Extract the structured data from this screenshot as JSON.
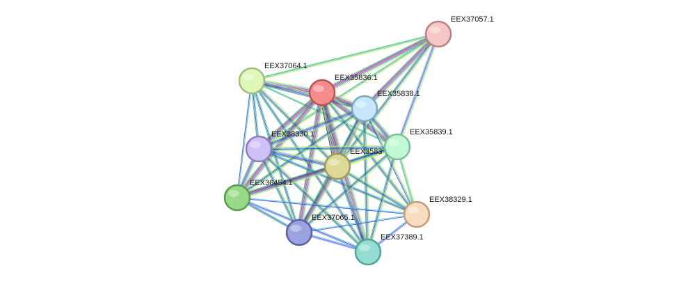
{
  "network": {
    "nodes": [
      {
        "id": "n57",
        "label": "EEX37057.1",
        "color": "#f7c7c7",
        "stroke": "#b88080"
      },
      {
        "id": "n64",
        "label": "EEX37064.1",
        "color": "#ddf7b8",
        "stroke": "#a2bd7a"
      },
      {
        "id": "n836",
        "label": "EEX35836.1",
        "color": "#f58c8c",
        "stroke": "#b85454"
      },
      {
        "id": "n838",
        "label": "EEX35838.1",
        "color": "#c6e6fb",
        "stroke": "#7ea6c2"
      },
      {
        "id": "n330",
        "label": "EEX38330.1",
        "color": "#cfc0f7",
        "stroke": "#8e7dbd"
      },
      {
        "id": "n839",
        "label": "EEX35839.1",
        "color": "#c2f7d6",
        "stroke": "#7abf96"
      },
      {
        "id": "n583",
        "label": "EEX3583",
        "color": "#dcd896",
        "stroke": "#9e9a58"
      },
      {
        "id": "n454",
        "label": "EEX36454.1",
        "color": "#9bd98a",
        "stroke": "#5a9a4a"
      },
      {
        "id": "n329",
        "label": "EEX38329.1",
        "color": "#f9dcbf",
        "stroke": "#c29c7a"
      },
      {
        "id": "n065",
        "label": "EEX37065.1",
        "color": "#9aa2e0",
        "stroke": "#5860a8"
      },
      {
        "id": "n389",
        "label": "EEX37389.1",
        "color": "#93ddd2",
        "stroke": "#52a196"
      }
    ],
    "edges": [
      {
        "from": "n57",
        "to": "n836",
        "colors": [
          "#d4e84a",
          "#3ac4e0",
          "#7a48d8",
          "#e8333a",
          "#3b3bd4",
          "#3cba4a"
        ]
      },
      {
        "from": "n57",
        "to": "n838",
        "colors": [
          "#d4e84a",
          "#3ac4e0",
          "#7a48d8",
          "#e8333a",
          "#3b3bd4",
          "#3cba4a"
        ]
      },
      {
        "from": "n57",
        "to": "n64",
        "colors": [
          "#d4e84a",
          "#3ac4e0",
          "#3cba4a"
        ]
      },
      {
        "from": "n57",
        "to": "n839",
        "colors": [
          "#d4e84a",
          "#3ac4e0",
          "#3b3bd4",
          "#9ea0e8"
        ]
      },
      {
        "from": "n57",
        "to": "n583",
        "colors": [
          "#d4e84a",
          "#3ac4e0",
          "#3b3bd4",
          "#3cba4a"
        ]
      },
      {
        "from": "n57",
        "to": "n330",
        "colors": [
          "#d4e84a",
          "#3ac4e0",
          "#3cba4a"
        ]
      },
      {
        "from": "n64",
        "to": "n836",
        "colors": [
          "#d4e84a",
          "#3ac4e0",
          "#7a48d8",
          "#e8333a",
          "#3b3bd4",
          "#3cba4a"
        ]
      },
      {
        "from": "n64",
        "to": "n838",
        "colors": [
          "#d4e84a",
          "#3ac4e0",
          "#7a48d8",
          "#3b3bd4",
          "#3cba4a"
        ]
      },
      {
        "from": "n64",
        "to": "n330",
        "colors": [
          "#3ac4e0",
          "#3b3bd4",
          "#3cba4a"
        ]
      },
      {
        "from": "n64",
        "to": "n583",
        "colors": [
          "#d4e84a",
          "#3ac4e0",
          "#3b3bd4",
          "#3cba4a"
        ]
      },
      {
        "from": "n64",
        "to": "n454",
        "colors": [
          "#3ac4e0",
          "#3b3bd4"
        ]
      },
      {
        "from": "n64",
        "to": "n065",
        "colors": [
          "#3ac4e0",
          "#3b3bd4",
          "#3cba4a"
        ]
      },
      {
        "from": "n64",
        "to": "n389",
        "colors": [
          "#3ac4e0",
          "#3b3bd4",
          "#3cba4a"
        ]
      },
      {
        "from": "n64",
        "to": "n839",
        "colors": [
          "#3ac4e0",
          "#3cba4a"
        ]
      },
      {
        "from": "n836",
        "to": "n838",
        "colors": [
          "#d4e84a",
          "#3ac4e0",
          "#7a48d8",
          "#e8333a",
          "#3b3bd4",
          "#3cba4a"
        ]
      },
      {
        "from": "n836",
        "to": "n330",
        "colors": [
          "#d4e84a",
          "#3ac4e0",
          "#7a48d8",
          "#e8333a",
          "#3b3bd4",
          "#3cba4a"
        ]
      },
      {
        "from": "n836",
        "to": "n583",
        "colors": [
          "#d4e84a",
          "#3ac4e0",
          "#7a48d8",
          "#e8333a",
          "#3b3bd4",
          "#3cba4a",
          "#222222"
        ]
      },
      {
        "from": "n836",
        "to": "n839",
        "colors": [
          "#d4e84a",
          "#3ac4e0",
          "#7a48d8",
          "#e8333a",
          "#3b3bd4",
          "#3cba4a"
        ]
      },
      {
        "from": "n836",
        "to": "n454",
        "colors": [
          "#d4e84a",
          "#3ac4e0",
          "#7a48d8",
          "#e8333a",
          "#3b3bd4",
          "#3cba4a"
        ]
      },
      {
        "from": "n836",
        "to": "n065",
        "colors": [
          "#d4e84a",
          "#3ac4e0",
          "#7a48d8",
          "#e8333a",
          "#3b3bd4",
          "#3cba4a"
        ]
      },
      {
        "from": "n836",
        "to": "n389",
        "colors": [
          "#d4e84a",
          "#3ac4e0",
          "#7a48d8",
          "#e8333a",
          "#3b3bd4",
          "#3cba4a"
        ]
      },
      {
        "from": "n836",
        "to": "n329",
        "colors": [
          "#d4e84a",
          "#3ac4e0",
          "#3b3bd4",
          "#3cba4a"
        ]
      },
      {
        "from": "n838",
        "to": "n330",
        "colors": [
          "#d4e84a",
          "#3ac4e0",
          "#7a48d8",
          "#3b3bd4",
          "#3cba4a"
        ]
      },
      {
        "from": "n838",
        "to": "n583",
        "colors": [
          "#d4e84a",
          "#3ac4e0",
          "#7a48d8",
          "#e8333a",
          "#3b3bd4",
          "#3cba4a"
        ]
      },
      {
        "from": "n838",
        "to": "n839",
        "colors": [
          "#d4e84a",
          "#3ac4e0",
          "#7a48d8",
          "#3b3bd4",
          "#3cba4a"
        ]
      },
      {
        "from": "n838",
        "to": "n454",
        "colors": [
          "#d4e84a",
          "#3ac4e0",
          "#3b3bd4",
          "#3cba4a"
        ]
      },
      {
        "from": "n838",
        "to": "n065",
        "colors": [
          "#d4e84a",
          "#3ac4e0",
          "#3b3bd4",
          "#3cba4a"
        ]
      },
      {
        "from": "n838",
        "to": "n389",
        "colors": [
          "#d4e84a",
          "#3ac4e0",
          "#3b3bd4",
          "#3cba4a"
        ]
      },
      {
        "from": "n838",
        "to": "n329",
        "colors": [
          "#d4e84a",
          "#3ac4e0",
          "#3b3bd4"
        ]
      },
      {
        "from": "n330",
        "to": "n583",
        "colors": [
          "#d4e84a",
          "#3ac4e0",
          "#7a48d8",
          "#3b3bd4",
          "#3cba4a"
        ]
      },
      {
        "from": "n330",
        "to": "n839",
        "colors": [
          "#d4e84a",
          "#3ac4e0",
          "#3b3bd4",
          "#3cba4a"
        ]
      },
      {
        "from": "n330",
        "to": "n454",
        "colors": [
          "#d4e84a",
          "#3ac4e0",
          "#7a48d8",
          "#3b3bd4",
          "#3cba4a"
        ]
      },
      {
        "from": "n330",
        "to": "n065",
        "colors": [
          "#d4e84a",
          "#3ac4e0",
          "#3b3bd4",
          "#3cba4a"
        ]
      },
      {
        "from": "n330",
        "to": "n389",
        "colors": [
          "#d4e84a",
          "#3ac4e0",
          "#3b3bd4",
          "#3cba4a"
        ]
      },
      {
        "from": "n330",
        "to": "n329",
        "colors": [
          "#3ac4e0",
          "#3b3bd4",
          "#3cba4a"
        ]
      },
      {
        "from": "n839",
        "to": "n583",
        "colors": [
          "#d4e84a",
          "#3ac4e0",
          "#7a48d8",
          "#3b3bd4",
          "#3cba4a"
        ]
      },
      {
        "from": "n839",
        "to": "n454",
        "colors": [
          "#d4e84a",
          "#3ac4e0",
          "#3b3bd4",
          "#3cba4a"
        ]
      },
      {
        "from": "n839",
        "to": "n065",
        "colors": [
          "#d4e84a",
          "#3ac4e0",
          "#3b3bd4",
          "#3cba4a"
        ]
      },
      {
        "from": "n839",
        "to": "n389",
        "colors": [
          "#d4e84a",
          "#3ac4e0",
          "#3b3bd4",
          "#3cba4a"
        ]
      },
      {
        "from": "n839",
        "to": "n329",
        "colors": [
          "#d4e84a",
          "#3ac4e0",
          "#3cba4a"
        ]
      },
      {
        "from": "n583",
        "to": "n454",
        "colors": [
          "#d4e84a",
          "#3ac4e0",
          "#7a48d8",
          "#e8333a",
          "#3b3bd4",
          "#3cba4a"
        ]
      },
      {
        "from": "n583",
        "to": "n065",
        "colors": [
          "#d4e84a",
          "#3ac4e0",
          "#7a48d8",
          "#e8333a",
          "#3b3bd4",
          "#3cba4a"
        ]
      },
      {
        "from": "n583",
        "to": "n389",
        "colors": [
          "#d4e84a",
          "#3ac4e0",
          "#7a48d8",
          "#3b3bd4",
          "#3cba4a"
        ]
      },
      {
        "from": "n583",
        "to": "n329",
        "colors": [
          "#d4e84a",
          "#3ac4e0",
          "#3b3bd4",
          "#3cba4a"
        ]
      },
      {
        "from": "n454",
        "to": "n065",
        "colors": [
          "#3ac4e0",
          "#3b3bd4",
          "#3cba4a"
        ]
      },
      {
        "from": "n454",
        "to": "n389",
        "colors": [
          "#3ac4e0",
          "#3b3bd4",
          "#9ea0e8"
        ]
      },
      {
        "from": "n454",
        "to": "n329",
        "colors": [
          "#3ac4e0",
          "#3b3bd4"
        ]
      },
      {
        "from": "n065",
        "to": "n389",
        "colors": [
          "#3ac4e0",
          "#3b3bd4",
          "#9ea0e8"
        ]
      },
      {
        "from": "n065",
        "to": "n329",
        "colors": [
          "#3ac4e0",
          "#3b3bd4"
        ]
      },
      {
        "from": "n389",
        "to": "n329",
        "colors": [
          "#3ac4e0",
          "#3b3bd4",
          "#9ea0e8"
        ]
      }
    ]
  }
}
